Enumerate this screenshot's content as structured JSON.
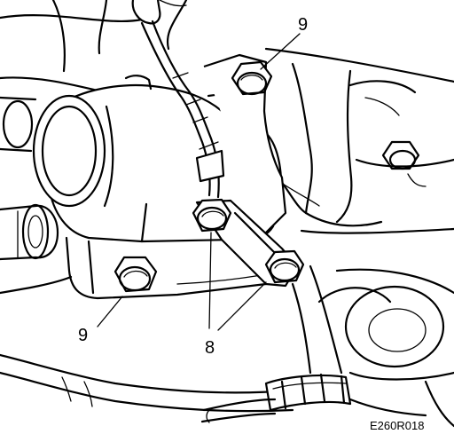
{
  "figure": {
    "callouts": {
      "bolt_top_right": "9",
      "bolt_bottom_left": "9",
      "bolts_center": "8"
    },
    "figure_code": "E260R018",
    "line_color": "#000000",
    "background": "#ffffff"
  }
}
